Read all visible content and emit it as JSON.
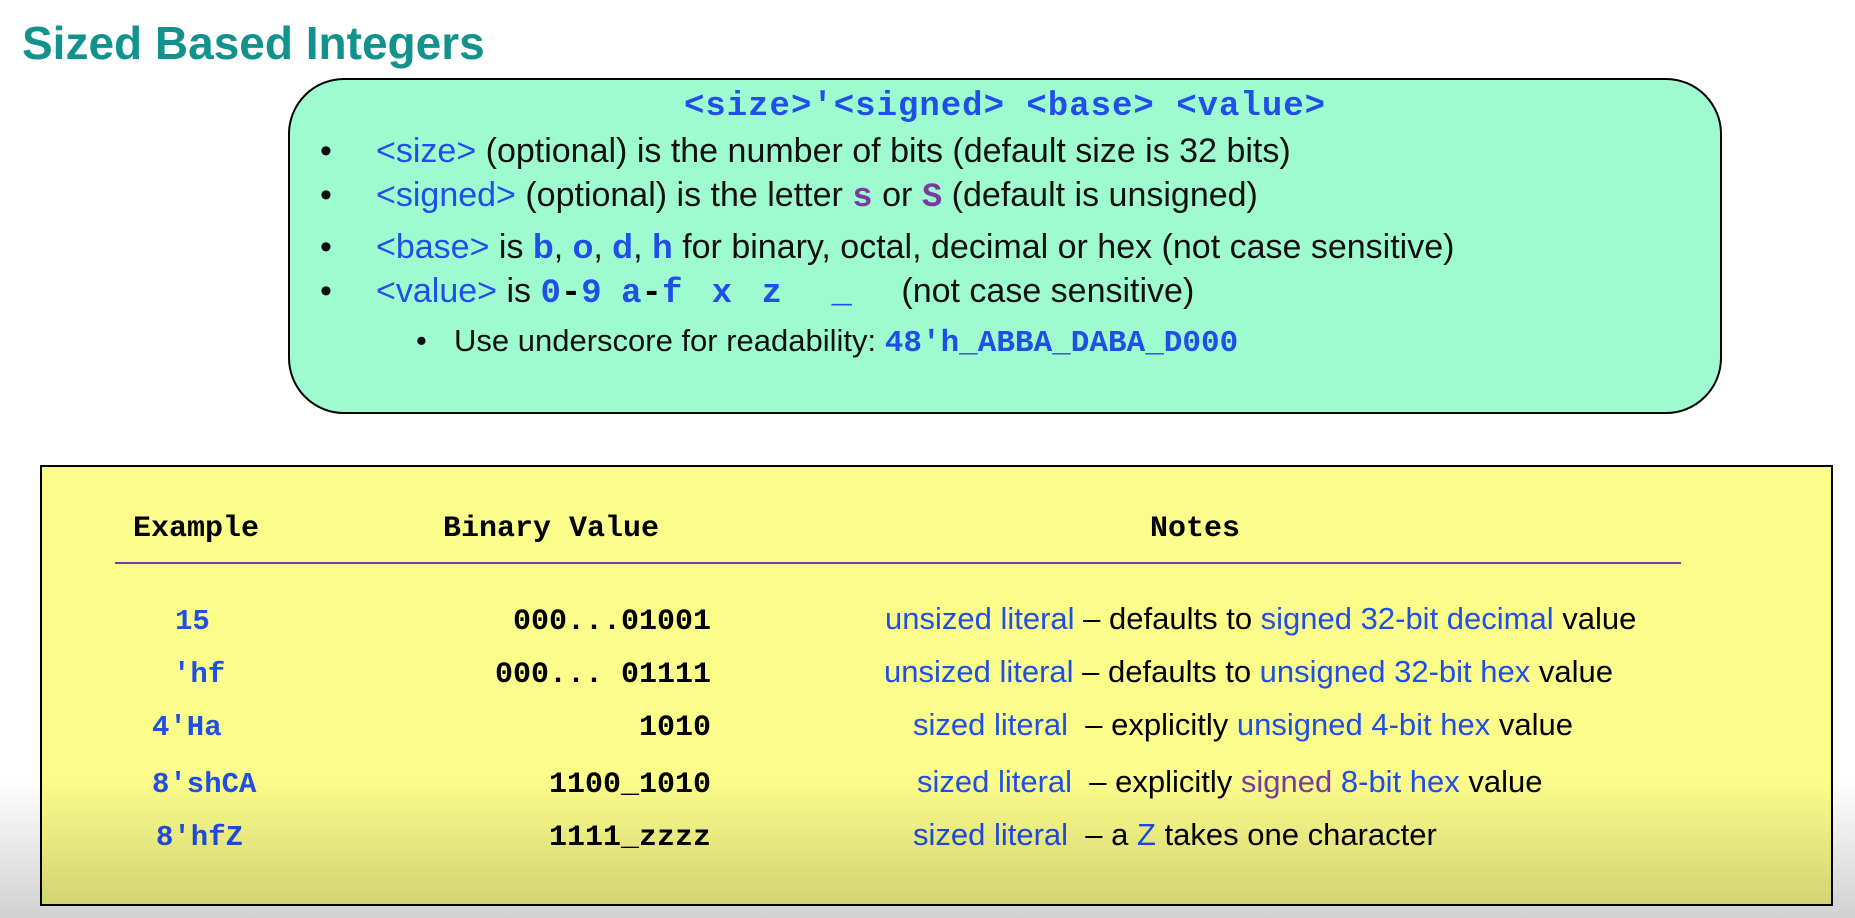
{
  "title": "Sized Based Integers",
  "syntax": {
    "parts": [
      "<size>'<signed> ",
      "<base> ",
      "<value>"
    ]
  },
  "bullets": {
    "b1": {
      "term": "<size>",
      "text": " (optional) is the number of bits (default size is 32 bits)"
    },
    "b2": {
      "term": "<signed>",
      "pre": " (optional) is the letter ",
      "s1": "s",
      "mid": " or ",
      "s2": "S",
      "post": " (default is unsigned)"
    },
    "b3": {
      "term": "<base>",
      "pre": " is ",
      "b": "b",
      "o": "o",
      "d": "d",
      "h": "h",
      "sep": ", ",
      "post": " for binary, octal, decimal or hex (not case sensitive)"
    },
    "b4": {
      "term": "<value>",
      "pre": " is ",
      "r1a": "0",
      "dash1": "-",
      "r1b": "9",
      "r2a": "a",
      "dash2": "-",
      "r2b": "f",
      "x": "x",
      "z": "z",
      "us": "_",
      "post": "(not case sensitive)"
    },
    "sub": {
      "text": "Use underscore for readability: ",
      "code": "48'h_ABBA_DABA_D000"
    }
  },
  "table": {
    "headers": {
      "example": "Example",
      "binary": "Binary Value",
      "notes": "Notes"
    },
    "rows": [
      {
        "example": "15",
        "binary": "000...01001",
        "n1": "unsized literal",
        "n2": " – defaults to ",
        "n3": "signed 32-bit decimal",
        "n4": " value"
      },
      {
        "example": "'hf",
        "binary": "000... 01111",
        "n1": "unsized literal",
        "n2": " – defaults to ",
        "n3": "unsigned 32-bit hex",
        "n4": " value"
      },
      {
        "example": "4'Ha",
        "binary": "1010",
        "n1": "sized literal",
        "n2": "  – explicitly ",
        "n3": "unsigned 4-bit hex",
        "n4": " value"
      },
      {
        "example": "8'shCA",
        "binary": "1100_1010",
        "n1": "sized literal",
        "n2": "  – explicitly ",
        "n3a": "signed",
        "n3b": " 8-bit hex",
        "n4": " value"
      },
      {
        "example": "8'hfZ",
        "binary": "1111_zzzz",
        "n1": "sized literal",
        "n2": "  – a ",
        "n3": "Z",
        "n4": " takes one character"
      }
    ]
  },
  "colors": {
    "title": "#12928c",
    "accent_blue": "#1f4fe6",
    "accent_purple": "#7a3b9e",
    "syntax_bg": "#9efbd0",
    "table_bg": "#fbfc8a"
  }
}
